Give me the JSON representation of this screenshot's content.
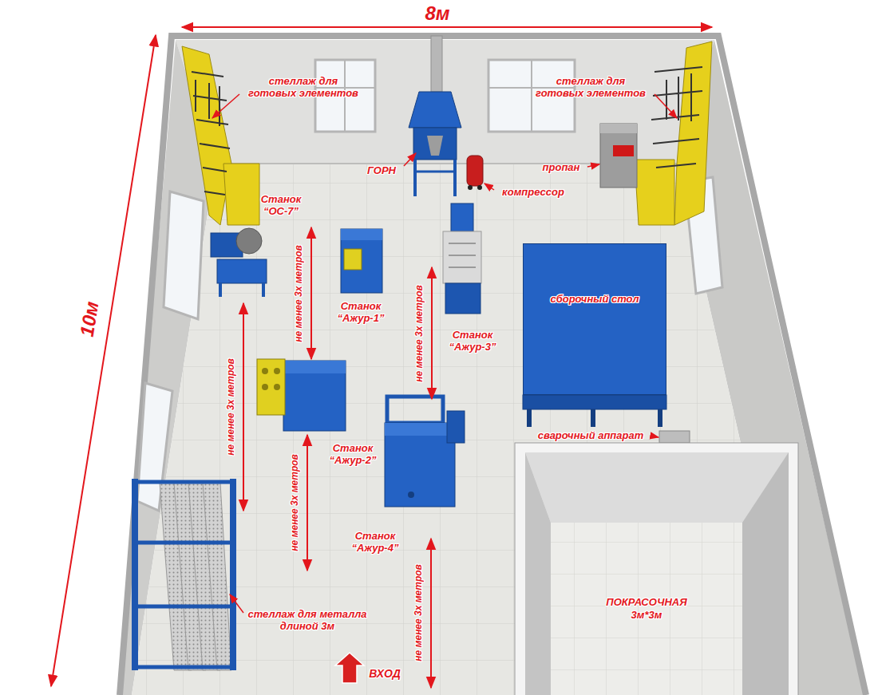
{
  "diagram": {
    "nodes": [
      {
        "text": [
          "сборочный стол"
        ]
      },
      {
        "text": [
          "ПОКРАСОЧНАЯ 3м*3м"
        ]
      }
    ],
    "labels": [
      "8м",
      "10м",
      "стеллаж для готовых элементов",
      "стеллаж для готовых элементов",
      "ГОРН",
      "пропан",
      "компрессор",
      "Станок “ОС-7”",
      "не менее 3х метров",
      "не менее 3х метров",
      "Станок “Ажур-1”",
      "Станок “Ажур-3”",
      "не менее 3х метров",
      "Станок “Ажур-2”",
      "сварочный аппарат",
      "не менее 3х метров",
      "Станок “Ажур-4”",
      "не менее 3х метров",
      "стеллаж для металла длиной 3м",
      "ВХОД"
    ]
  }
}
